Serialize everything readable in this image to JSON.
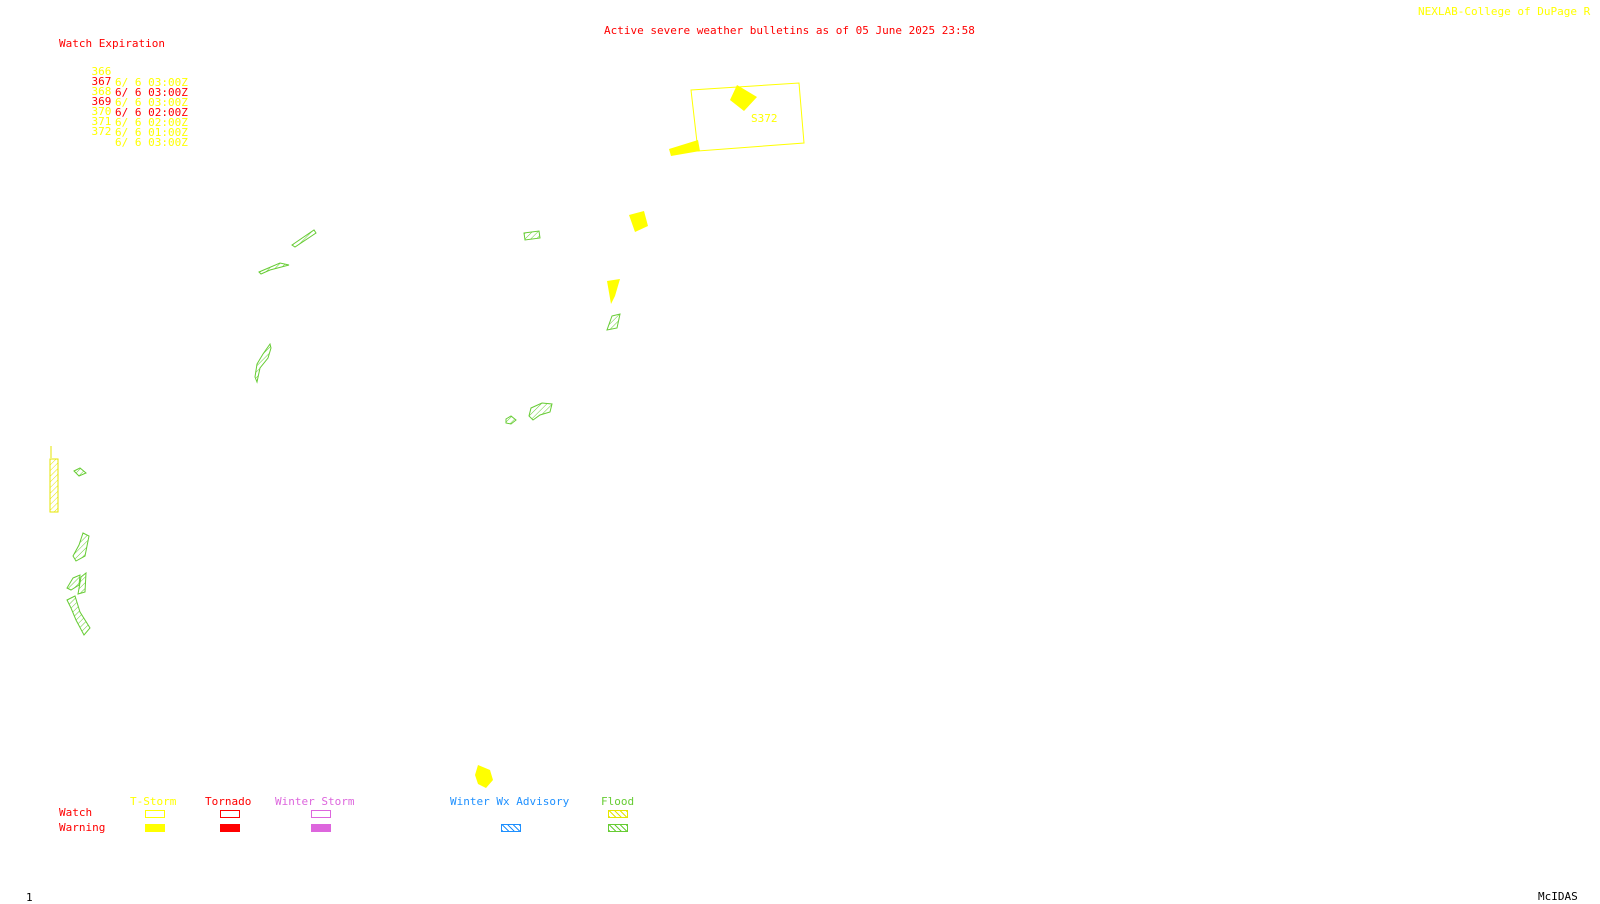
{
  "header": {
    "title": "Active severe weather bulletins as of 05 June 2025 23:58",
    "source": "NEXLAB-College of DuPage R"
  },
  "watch_table": {
    "heading": "Watch Expiration",
    "rows": [
      {
        "id": "366",
        "expires": "6/ 6 03:00Z",
        "color": "#ffff00"
      },
      {
        "id": "367",
        "expires": "6/ 6 03:00Z",
        "color": "#ff0000"
      },
      {
        "id": "368",
        "expires": "6/ 6 03:00Z",
        "color": "#ffff00"
      },
      {
        "id": "369",
        "expires": "6/ 6 02:00Z",
        "color": "#ff0000"
      },
      {
        "id": "370",
        "expires": "6/ 6 02:00Z",
        "color": "#ffff00"
      },
      {
        "id": "371",
        "expires": "6/ 6 01:00Z",
        "color": "#ffff00"
      },
      {
        "id": "372",
        "expires": "6/ 6 03:00Z",
        "color": "#ffff00"
      }
    ]
  },
  "map": {
    "watch_label": "S372"
  },
  "legend": {
    "row_watch": "Watch",
    "row_warning": "Warning",
    "types": [
      {
        "key": "tstorm",
        "label": "T-Storm",
        "color": "#ffff00"
      },
      {
        "key": "tornado",
        "label": "Tornado",
        "color": "#ff0000"
      },
      {
        "key": "winter_storm",
        "label": "Winter Storm",
        "color": "#dd66dd"
      },
      {
        "key": "winter_advisory",
        "label": "Winter Wx Advisory",
        "color": "#1e90ff"
      },
      {
        "key": "flood",
        "label": "Flood",
        "color": "#66cc33"
      }
    ]
  },
  "footer": {
    "frame": "1",
    "software": "McIDAS"
  },
  "colors": {
    "tstorm": "#ffff00",
    "tornado": "#ff0000",
    "winter_storm": "#dd66dd",
    "winter_advisory": "#1e90ff",
    "flood": "#66cc33",
    "flood_yellow": "#e6e600"
  }
}
